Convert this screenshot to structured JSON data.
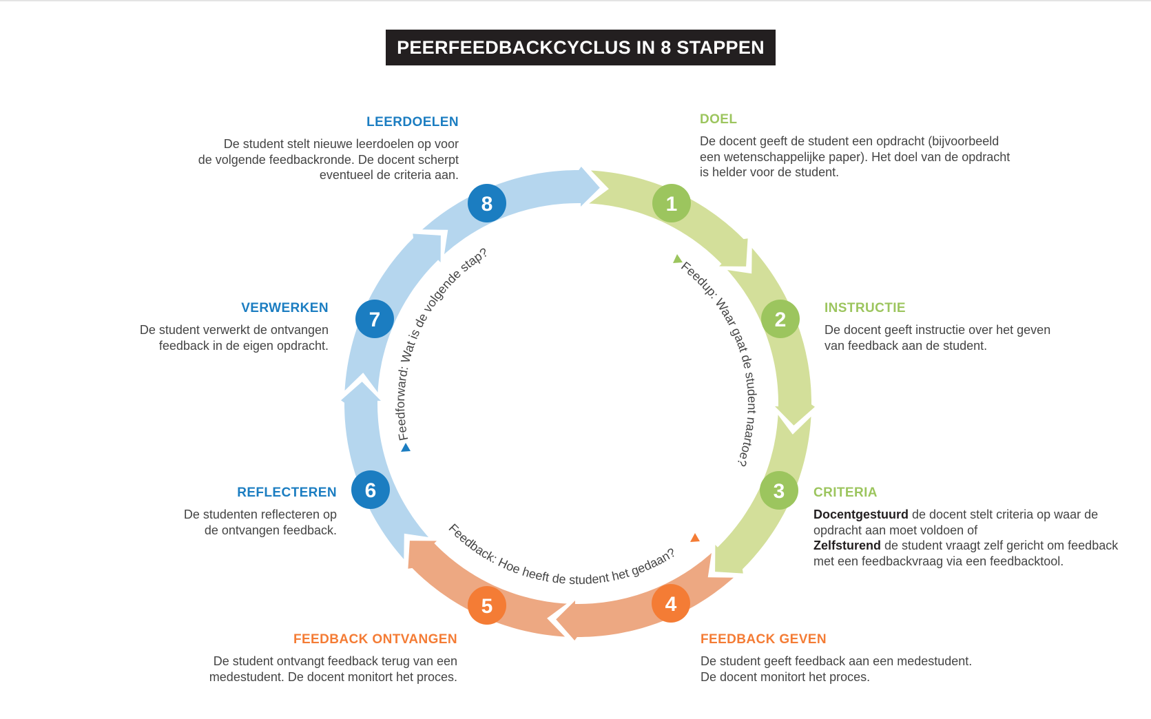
{
  "title": "PEERFEEDBACKCYCLUS IN 8 STAPPEN",
  "colors": {
    "green_dark": "#9cc55e",
    "green_light": "#d3df9a",
    "orange_dark": "#f47c35",
    "orange_light": "#eda882",
    "blue_dark": "#1b7dc1",
    "blue_light": "#b5d6ee"
  },
  "steps": [
    {
      "number": "1",
      "title": "DOEL",
      "lines": [
        "De docent geeft de student een opdracht (bijvoorbeeld",
        "een wetenschappelijke paper). Het doel van de opdracht",
        "is helder voor de student."
      ]
    },
    {
      "number": "2",
      "title": "INSTRUCTIE",
      "lines": [
        "De docent geeft instructie over het geven",
        "van feedback aan de student."
      ]
    },
    {
      "number": "3",
      "title": "CRITERIA",
      "bold1": "Docentgestuurd",
      "line1": " de docent stelt criteria op waar de",
      "line2": "opdracht aan moet voldoen of",
      "bold2": "Zelfsturend",
      "line3": " de student vraagt zelf gericht om feedback",
      "line4": "met een feedbackvraag via een feedbacktool."
    },
    {
      "number": "4",
      "title": "FEEDBACK GEVEN",
      "lines": [
        "De student geeft feedback aan een medestudent.",
        "De docent monitort het proces."
      ]
    },
    {
      "number": "5",
      "title": "FEEDBACK ONTVANGEN",
      "lines": [
        "De student ontvangt feedback terug van een",
        "medestudent. De docent monitort het proces."
      ]
    },
    {
      "number": "6",
      "title": "REFLECTEREN",
      "lines": [
        "De studenten reflecteren op",
        "de ontvangen feedback."
      ]
    },
    {
      "number": "7",
      "title": "VERWERKEN",
      "lines": [
        "De student verwerkt de ontvangen",
        "feedback in de eigen opdracht."
      ]
    },
    {
      "number": "8",
      "title": "LEERDOELEN",
      "lines": [
        "De student stelt nieuwe leerdoelen op voor",
        "de volgende feedbackronde. De docent scherpt",
        "eventueel de criteria aan."
      ]
    }
  ],
  "phases": {
    "feedup": "Feedup: Waar gaat de student naartoe?",
    "feedback": "Feedback: Hoe heeft de student het gedaan?",
    "feedforward": "Feedforward: Wat is de volgende stap?"
  }
}
